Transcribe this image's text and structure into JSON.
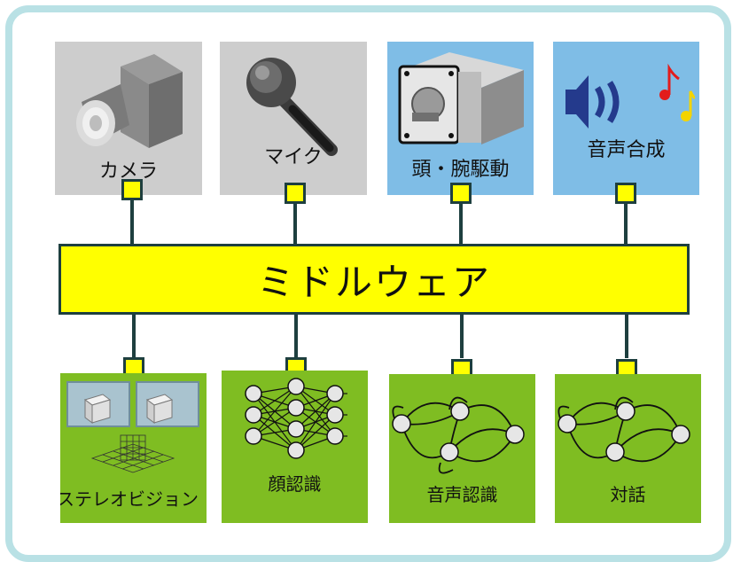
{
  "middleware": {
    "label": "ミドルウェア"
  },
  "devices": [
    {
      "label": "カメラ",
      "icon": "camera-icon"
    },
    {
      "label": "マイク",
      "icon": "microphone-icon"
    },
    {
      "label": "頭・腕駆動",
      "icon": "motor-icon"
    },
    {
      "label": "音声合成",
      "icon": "speaker-icon"
    }
  ],
  "modules": [
    {
      "label": "ステレオビジョン",
      "icon": "stereo-vision-icon"
    },
    {
      "label": "顔認識",
      "icon": "neural-network-icon"
    },
    {
      "label": "音声認識",
      "icon": "state-graph-icon"
    },
    {
      "label": "対話",
      "icon": "state-graph-icon"
    }
  ],
  "colors": {
    "device_bg": "#cdcdcd",
    "actuator_bg": "#7fbde6",
    "module_bg": "#7fbd22",
    "bus": "#ffff00",
    "frame": "#b9e1e5"
  }
}
